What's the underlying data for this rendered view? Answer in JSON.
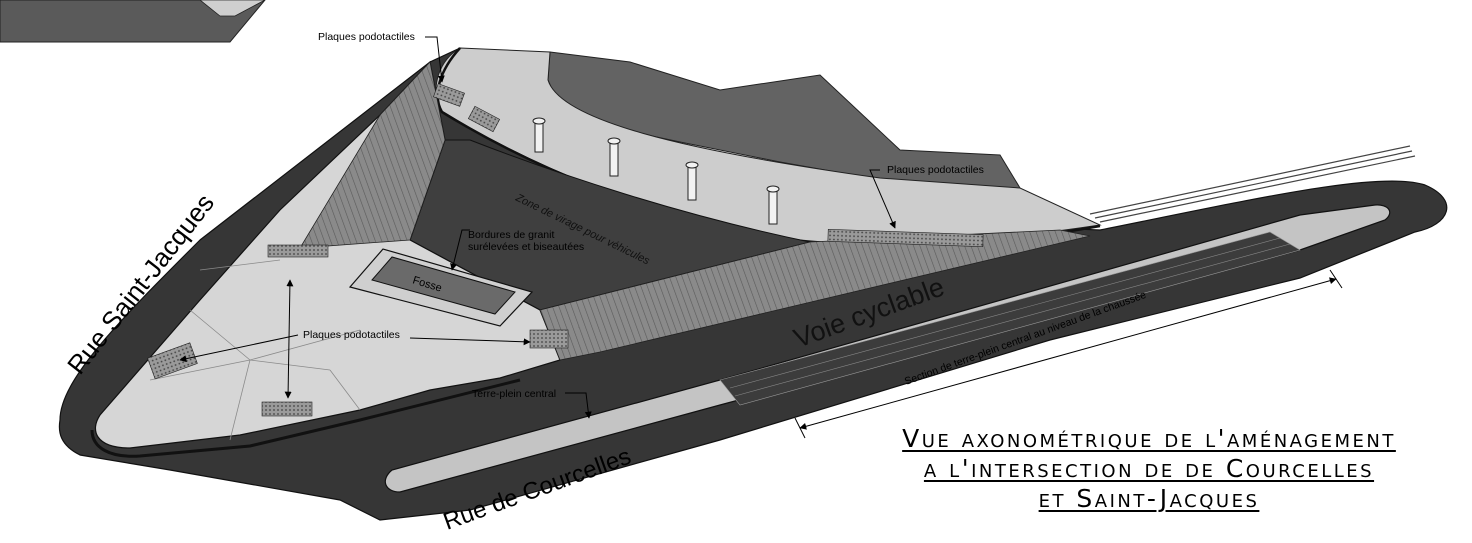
{
  "title": {
    "line1": "Vue axonométrique de l'aménagement",
    "line2": "a l'intersection de de Courcelles",
    "line3": "et Saint-Jacques"
  },
  "streets": {
    "saint_jacques": "Rue Saint-Jacques",
    "courcelles": "Rue de Courcelles",
    "voie_cyclable": "Voie cyclable"
  },
  "labels": {
    "plaques_top": "Plaques podotactiles",
    "plaques_right": "Plaques podotactiles",
    "plaques_center": "Plaques podotactiles",
    "bordures_line1": "Bordures de granit",
    "bordures_line2": "surélevées et biseautées",
    "fosse": "Fosse",
    "zone_virage": "Zone de virage pour véhicules",
    "terre_plein": "Terre-plein central",
    "section_terre_plein": "Section de terre-plein central au niveau de la chaussée"
  },
  "colors": {
    "asphalt": "#3a3a3a",
    "sidewalk": "#d2d2d2",
    "island": "#c8c8c8",
    "dark_zone": "#474747",
    "building": "#6a6a6a"
  }
}
